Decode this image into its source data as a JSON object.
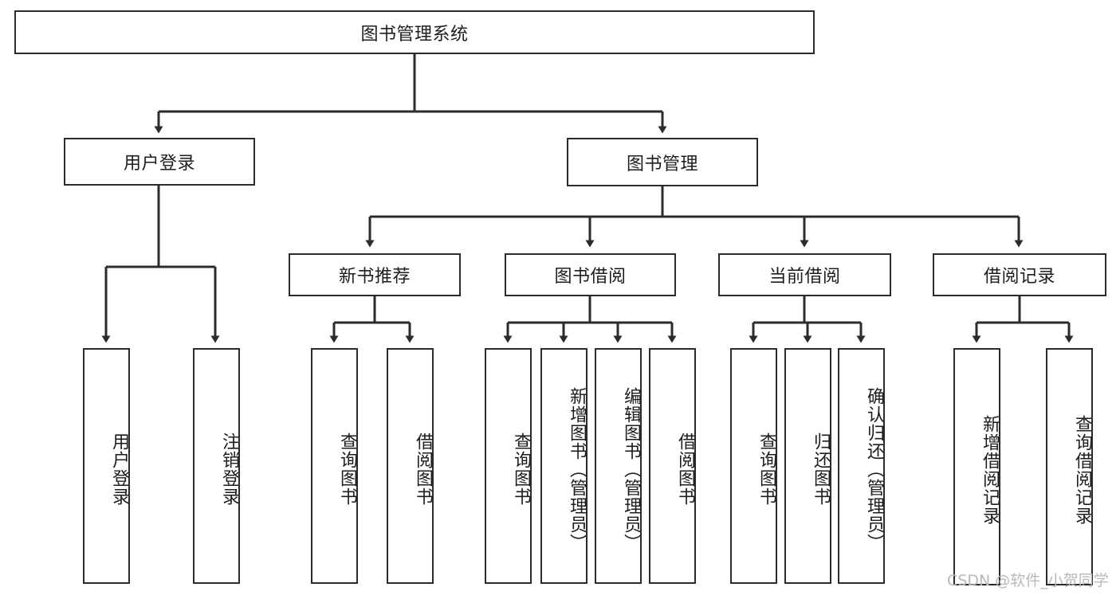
{
  "diagram": {
    "type": "tree",
    "title": "图书管理系统",
    "style": {
      "border_color": "#2b2b2b",
      "fill_color": "#ffffff",
      "text_color": "#1d1d1d",
      "line_color": "#2b2b2b"
    },
    "root": {
      "label": "图书管理系统"
    },
    "level2": [
      {
        "label": "用户登录"
      },
      {
        "label": "图书管理"
      }
    ],
    "level3": [
      {
        "label": "新书推荐"
      },
      {
        "label": "图书借阅"
      },
      {
        "label": "当前借阅"
      },
      {
        "label": "借阅记录"
      }
    ],
    "leaves": {
      "user_login": [
        {
          "label": "用户登录"
        },
        {
          "label": "注销登录"
        }
      ],
      "new_book_recommend": [
        {
          "label": "查询图书"
        },
        {
          "label": "借阅图书"
        }
      ],
      "book_borrow": [
        {
          "label": "查询图书"
        },
        {
          "label": "新增图书（管理员）"
        },
        {
          "label": "编辑图书（管理员）"
        },
        {
          "label": "借阅图书"
        }
      ],
      "current_borrow": [
        {
          "label": "查询图书"
        },
        {
          "label": "归还图书"
        },
        {
          "label": "确认归还（管理员）"
        }
      ],
      "borrow_records": [
        {
          "label": "新增借阅记录"
        },
        {
          "label": "查询借阅记录"
        }
      ]
    },
    "watermark": "CSDN @软件_小贺同学"
  }
}
